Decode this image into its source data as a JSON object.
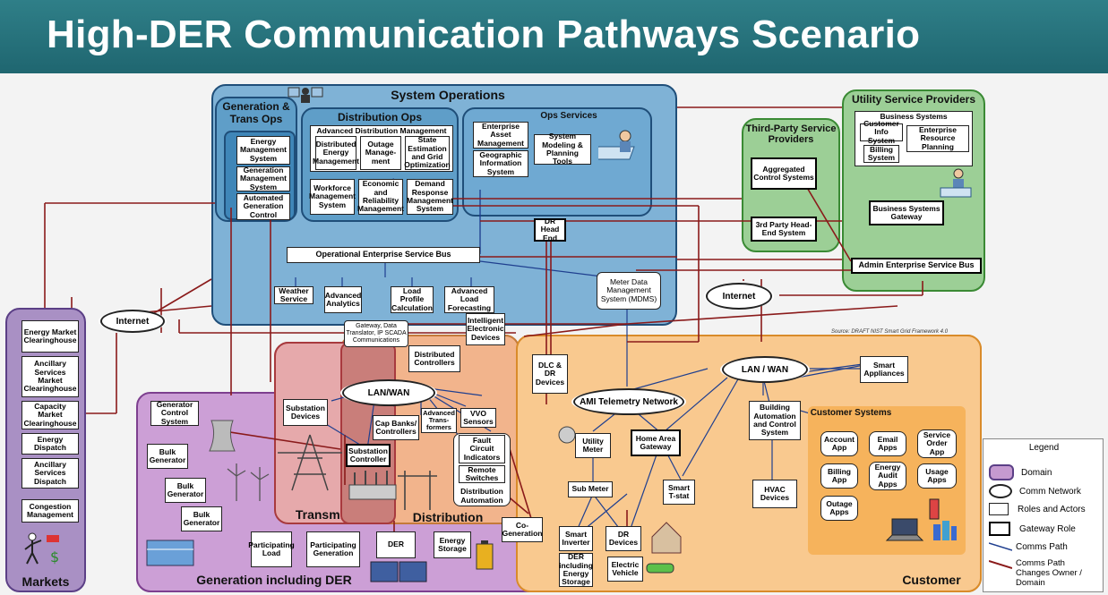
{
  "title": "High-DER Communication Pathways Scenario",
  "domains": {
    "system_operations": "System Operations",
    "utility_service_providers": "Utility Service Providers",
    "third_party": "Third-Party Service Providers",
    "markets": "Markets",
    "generation_der": "Generation including DER",
    "transmission": "Transmission",
    "distribution": "Distribution",
    "customer": "Customer"
  },
  "system_ops": {
    "gen_trans_ops": "Generation & Trans Ops",
    "distribution_ops": "Distribution Ops",
    "ops_services": "Ops Services",
    "adm": "Advanced Distribution Management",
    "energy_mgmt": "Energy Management System",
    "gen_mgmt": "Generation Management System",
    "agc": "Automated Generation Control",
    "derms": "Distributed Energy Management",
    "outage": "Outage Manage-ment",
    "state_est": "State Estimation and Grid Optimization",
    "workforce": "Workforce Management System",
    "econ": "Economic and Reliability Management",
    "dr_mgmt": "Demand Response Management System",
    "eam": "Enterprise Asset Management",
    "gis": "Geographic Information System",
    "modeling": "System Modeling & Planning Tools",
    "dr_headend": "DR Head End",
    "oesb": "Operational Enterprise Service Bus",
    "weather": "Weather Service",
    "analytics": "Advanced Analytics",
    "load_profile": "Load Profile Calculation",
    "load_forecast": "Advanced Load Forecasting",
    "mdms": "Meter Data Management System (MDMS)"
  },
  "utility": {
    "business_systems": "Business Systems",
    "customer_info": "Customer Info System",
    "billing": "Billing System",
    "erp": "Enterprise Resource Planning",
    "bsg": "Business Systems Gateway",
    "aesb": "Admin Enterprise Service Bus"
  },
  "third_party": {
    "acs": "Aggregated Control Systems",
    "headend": "3rd Party Head-End System"
  },
  "markets": [
    "Energy Market Clearinghouse",
    "Ancillary Services Market Clearinghouse",
    "Capacity Market Clearinghouse",
    "Energy Dispatch",
    "Ancillary Services Dispatch",
    "Congestion Management"
  ],
  "networks": {
    "internet_left": "Internet",
    "internet_right": "Internet",
    "lanwan_dist": "LAN/WAN",
    "lanwan_cust": "LAN / WAN",
    "ami": "AMI Telemetry Network"
  },
  "transmission": {
    "gateway": "Gateway, Data Translator, IP SCADA Communications",
    "substation_devices": "Substation Devices",
    "substation_controller": "Substation Controller"
  },
  "distribution": {
    "dist_controllers": "Distributed Controllers",
    "ied": "Intelligent Electronic Devices",
    "dlc": "DLC & DR Devices",
    "advanced_transformers": "Advanced Trans-formers",
    "vvo": "VVO Sensors",
    "cap_banks": "Cap Banks/ Controllers",
    "fci": "Fault Circuit Indicators",
    "remote_switches": "Remote Switches",
    "da": "Distribution Automation"
  },
  "generation": {
    "gen_control": "Generator Control System",
    "bulk1": "Bulk Generator",
    "bulk2": "Bulk Generator",
    "bulk3": "Bulk Generator",
    "participating_load": "Participating Load",
    "participating_generation": "Participating Generation",
    "der": "DER",
    "energy_storage": "Energy Storage",
    "cogen": "Co-Generation"
  },
  "customer": {
    "utility_meter": "Utility Meter",
    "home_area_gateway": "Home Area Gateway",
    "sub_meter": "Sub Meter",
    "smart_tstat": "Smart T-stat",
    "smart_inverter": "Smart Inverter",
    "der_storage": "DER including Energy Storage",
    "dr_devices": "DR Devices",
    "ev": "Electric Vehicle",
    "bacs": "Building Automation and Control System",
    "hvac": "HVAC Devices",
    "smart_appliances": "Smart Appliances",
    "customer_systems": "Customer Systems",
    "apps": [
      "Account App",
      "Email Apps",
      "Service Order App",
      "Billing App",
      "Energy Audit Apps",
      "Usage Apps",
      "Outage Apps"
    ]
  },
  "source": "Source:  DRAFT NIST Smart Grid Framework 4.0",
  "legend": {
    "title": "Legend",
    "domain": "Domain",
    "comm_network": "Comm Network",
    "roles": "Roles and Actors",
    "gateway": "Gateway Role",
    "comms_path": "Comms Path",
    "comms_path_change": "Comms Path Changes Owner / Domain"
  },
  "colors": {
    "header": "#2f7f88",
    "system_ops": "#6fa8cf",
    "utility": "#8dc98a",
    "markets": "#9b86b8",
    "generation": "#c59ad0",
    "transmission": "#e3a9a9",
    "distribution": "#efb58a",
    "customer": "#f8c888",
    "path": "#1f3f8f",
    "path_change": "#8a1a1a"
  }
}
